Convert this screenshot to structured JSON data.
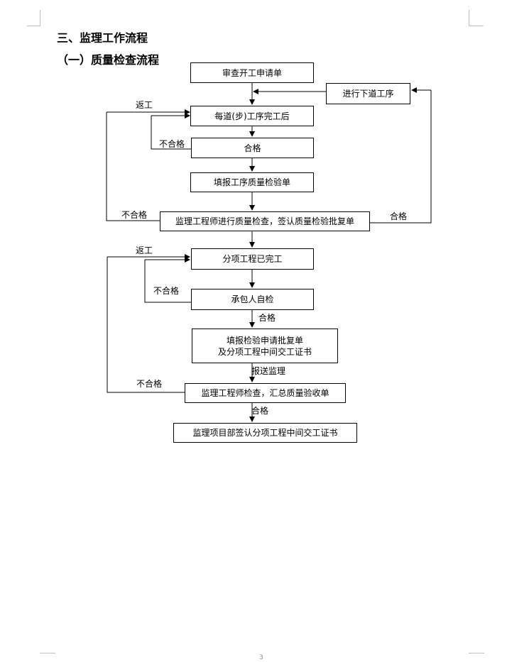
{
  "headings": {
    "section": "三、监理工作流程",
    "subsection": "（一）质量检查流程"
  },
  "boxes": {
    "apply": "审查开工申请单",
    "next_process": "进行下道工序",
    "each_process_done": "每道(步)工序完工后",
    "qualified_step": "合格",
    "fill_quality_form": "填报工序质量检验单",
    "engineer_check": "监理工程师进行质量检查，签认质量检验批复单",
    "subitem_done": "分项工程已完工",
    "self_check": "承包人自检",
    "fill_app_line1": "填报检验申请批复单",
    "fill_app_line2": "及分项工程中间交工证书",
    "engineer_summary": "监理工程师检查，汇总质量验收单",
    "sign_certificate": "监理项目部签认分项工程中间交工证书"
  },
  "labels": {
    "rework_1": "返工",
    "fail_1": "不合格",
    "fail_2": "不合格",
    "pass_1": "合格",
    "rework_2": "返工",
    "fail_3": "不合格",
    "pass_2": "合格",
    "submit": "报送监理",
    "fail_4": "不合格",
    "pass_3": "合格"
  },
  "page_number": "3"
}
